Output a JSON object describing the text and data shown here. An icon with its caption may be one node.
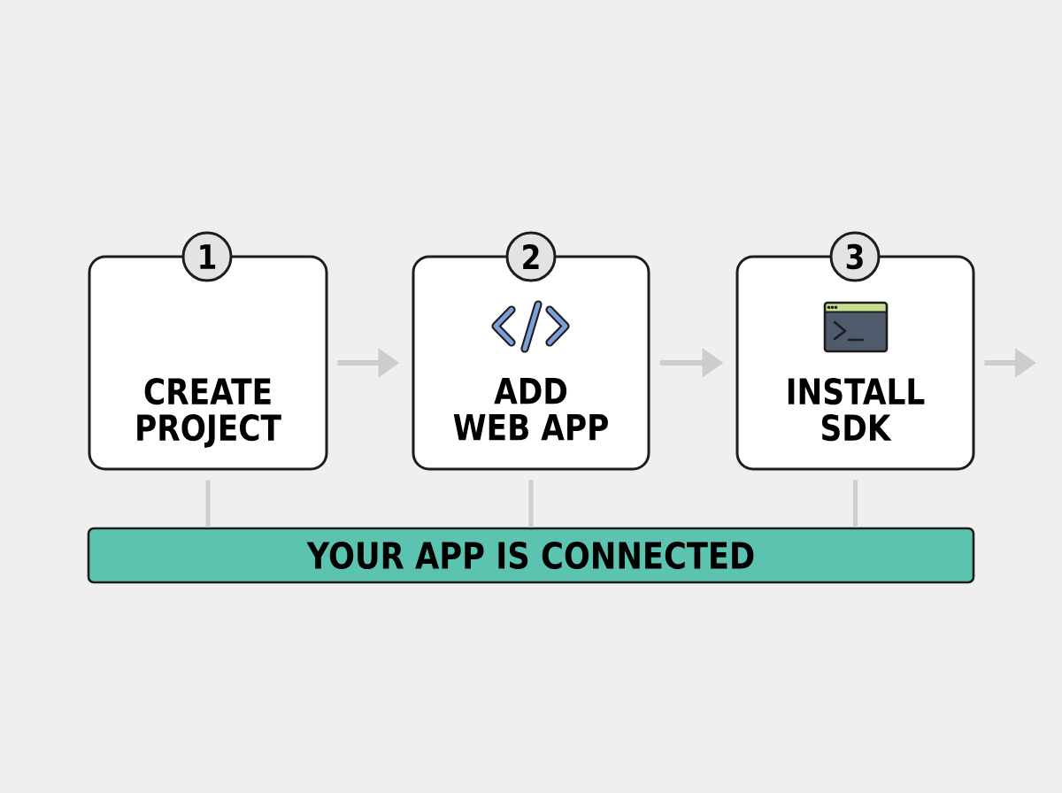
{
  "diagram": {
    "nodes": [
      {
        "text": [
          "1"
        ]
      },
      {
        "text": [
          "CREATE PROJECT"
        ]
      },
      {
        "text": [
          "2"
        ]
      },
      {
        "text": [
          "ADD WEB APP"
        ]
      },
      {
        "text": [
          "3"
        ]
      },
      {
        "text": [
          "INSTALL SDK"
        ]
      },
      {
        "text": [
          "YOUR APP IS CONNECTED"
        ]
      }
    ],
    "edges": [
      {
        "from": 1,
        "to": 3,
        "arrow": "to"
      },
      {
        "from": 3,
        "to": 5,
        "arrow": "to"
      },
      {
        "from": 5,
        "to": null,
        "arrow": "to"
      },
      {
        "from": 1,
        "to": 6,
        "arrow": "none"
      },
      {
        "from": 3,
        "to": 6,
        "arrow": "none"
      },
      {
        "from": 5,
        "to": 6,
        "arrow": "none"
      }
    ]
  }
}
